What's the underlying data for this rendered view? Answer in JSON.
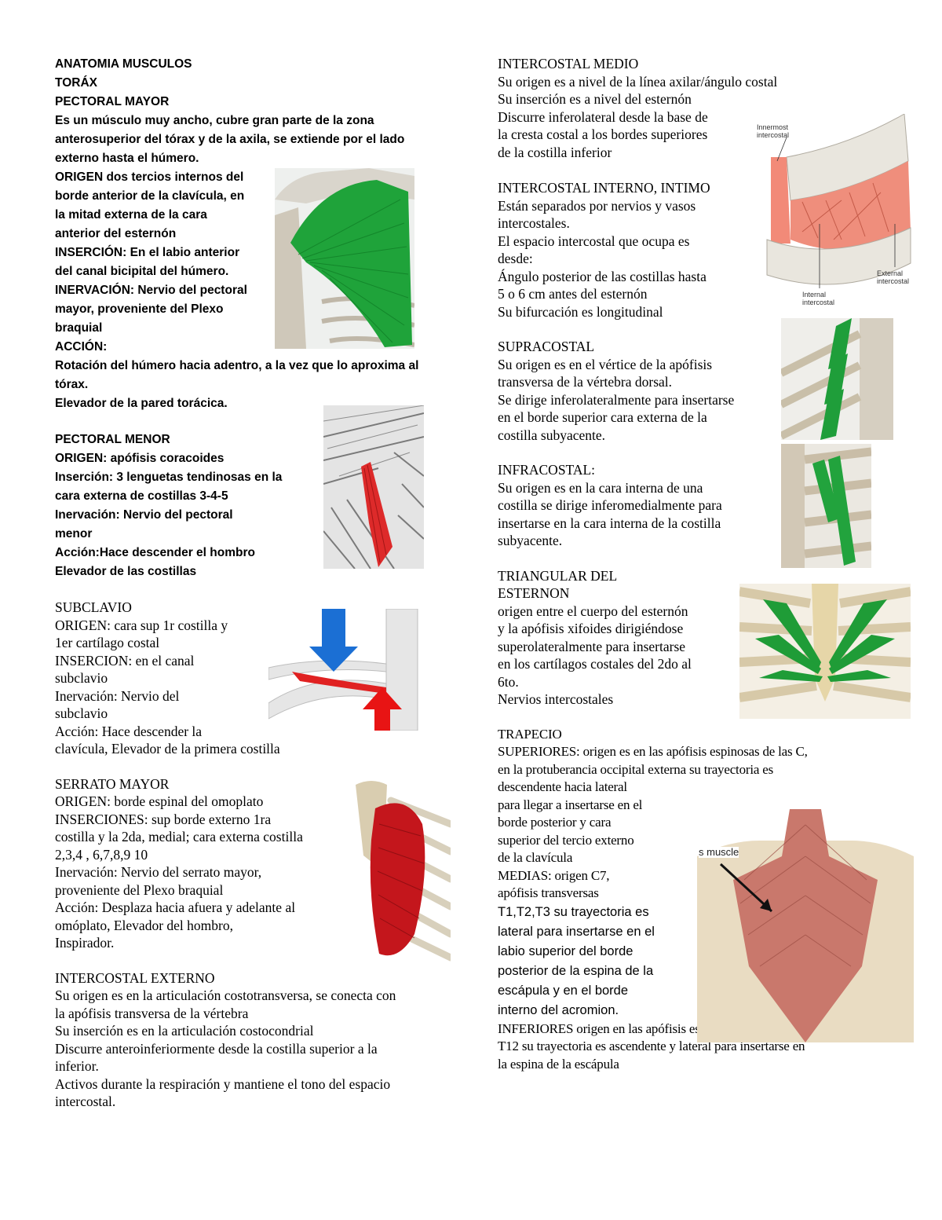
{
  "left": {
    "pectoral_mayor": {
      "heading": "ANATOMIA MUSCULOS\nTORÁX\nPECTORAL MAYOR",
      "desc": "Es un músculo muy ancho, cubre gran parte de la zona anterosuperior del tórax y de la axila, se extiende por el lado externo hasta el húmero.",
      "body": "ORIGEN dos tercios internos del\nborde anterior de la clavícula, en\nla mitad externa de la cara\nanterior del esternón\nINSERCIÓN: En el labio anterior\ndel canal bicipital del húmero.\nINERVACIÓN: Nervio del pectoral\nmayor, proveniente del Plexo\nbraquial\nACCIÓN:",
      "action": "Rotación del húmero hacia adentro, a la vez que lo aproxima al tórax.\nElevador de la pared torácica."
    },
    "pectoral_menor": {
      "text": "PECTORAL MENOR\nORIGEN: apófisis coracoides\nInserción: 3 lenguetas tendinosas en la\ncara externa de costillas 3-4-5\nInervación: Nervio del pectoral\nmenor\nAcción:Hace descender el hombro\nElevador de las costillas"
    },
    "subclavio": {
      "text": "SUBCLAVIO\nORIGEN: cara sup 1r costilla y\n1er cartílago costal\nINSERCION: en el canal\nsubclavio\nInervación: Nervio del\nsubclavio\nAcción: Hace descender la\nclavícula, Elevador de la primera costilla"
    },
    "serrato_mayor": {
      "text": "SERRATO MAYOR\nORIGEN: borde espinal del omoplato\nINSERCIONES: sup borde externo 1ra\ncostilla y la 2da, medial; cara externa costilla\n2,3,4 , 6,7,8,9 10\nInervación: Nervio del serrato mayor,\nproveniente del Plexo braquial\nAcción: Desplaza hacia afuera y adelante al\nomóplato, Elevador del hombro,\nInspirador."
    },
    "intercostal_externo": {
      "text": "INTERCOSTAL EXTERNO\nSu origen es en la articulación costotransversa, se conecta con\nla apófisis transversa de la vértebra\nSu inserción es en la articulación costocondrial\nDiscurre anteroinferiormente desde la costilla superior a la\ninferior.\nActivos durante la respiración y mantiene el tono del espacio\nintercostal."
    }
  },
  "right": {
    "intercostal_medio": {
      "text": "INTERCOSTAL MEDIO\nSu origen es a nivel de la línea axilar/ángulo costal\nSu inserción es a nivel del esternón\nDiscurre inferolateral desde la base de\nla cresta costal a los bordes superiores\nde la costilla inferior"
    },
    "intercostal_interno": {
      "text": "INTERCOSTAL INTERNO, INTIMO\nEstán separados por nervios y vasos\nintercostales.\nEl espacio intercostal que ocupa es\ndesde:\nÁngulo posterior de las costillas hasta\n5 o 6 cm antes del esternón\nSu bifurcación es longitudinal"
    },
    "supracostal": {
      "text": "SUPRACOSTAL\nSu origen es en el vértice de la apófisis\ntransversa de la vértebra dorsal.\nSe dirige inferolateralmente para insertarse\nen el borde superior cara externa de la\ncostilla subyacente."
    },
    "infracostal": {
      "text": "INFRACOSTAL:\nSu origen es en la cara interna de una\ncostilla se dirige inferomedialmente para\ninsertarse en la cara interna de la costilla\nsubyacente."
    },
    "triangular": {
      "text": "TRIANGULAR DEL\nESTERNON\norigen entre el cuerpo del esternón\ny la apófisis xifoides dirigiéndose\nsuperolateralmente para insertarse\nen los cartílagos costales del 2do al\n6to.\nNervios intercostales"
    },
    "trapecio": {
      "text1": "TRAPECIO\nSUPERIORES: origen es en las apófisis espinosas de las C,\nen la protuberancia occipital externa su trayectoria es\ndescendente hacia lateral\npara llegar a insertarse en el\nborde posterior y cara\nsuperior del tercio externo\nde la clavícula\nMEDIAS: origen C7,\napófisis transversas",
      "text2": "T1,T2,T3 su trayectoria es\nlateral para insertarse en el\nlabio superior del borde\nposterior de la espina de la\nescápula y en el borde\ninterno del acromion.",
      "text3": "INFERIORES origen en las apófisis espinosas de la T4 a la\nT12 su trayectoria es ascendente y lateral para insertarse en\nla espina de la escápula"
    }
  },
  "figures": {
    "intercostal_labels": {
      "innermost": "Innermost\nintercostal",
      "external": "External\nintercostal",
      "internal": "Internal\nintercostal"
    },
    "trapecio_label": "s muscle"
  }
}
